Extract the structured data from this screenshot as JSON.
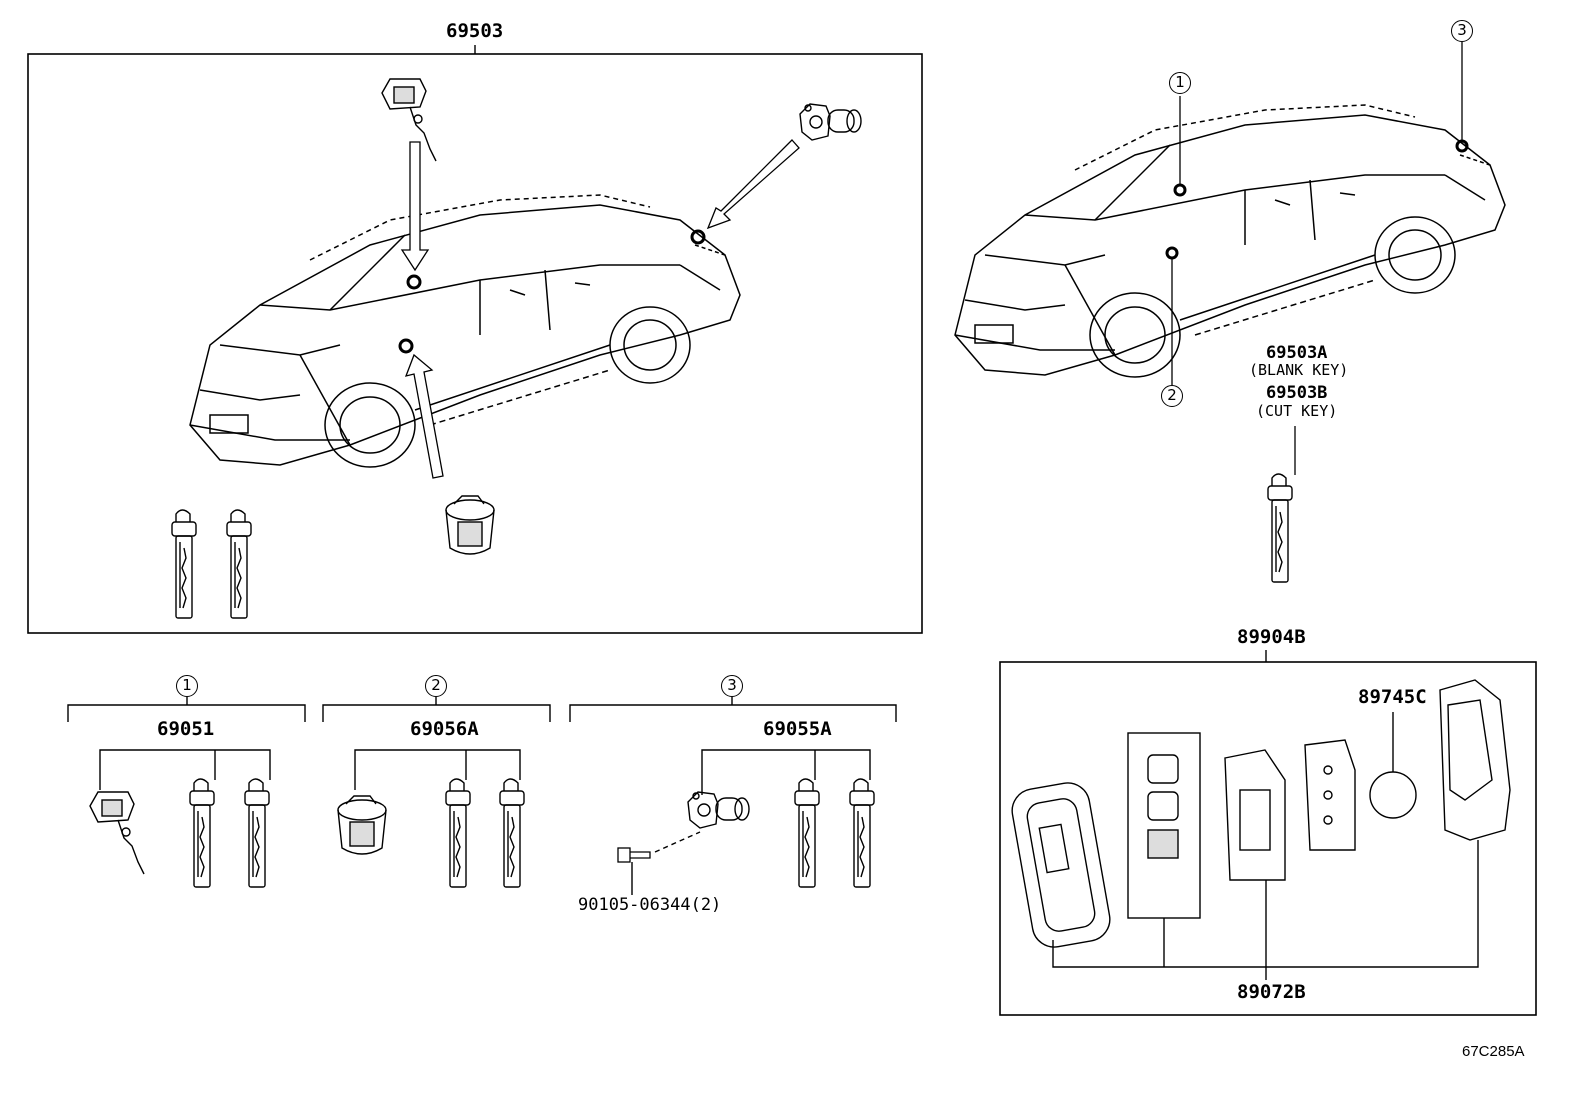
{
  "main_part": {
    "number": "69503"
  },
  "key_part": {
    "number_a": "69503A",
    "note_a": "(BLANK KEY)",
    "number_b": "69503B",
    "note_b": "(CUT KEY)"
  },
  "callouts": [
    "1",
    "2",
    "3"
  ],
  "groups": [
    {
      "callout": "1",
      "part": "69051"
    },
    {
      "callout": "2",
      "part": "69056A"
    },
    {
      "callout": "3",
      "part": "69055A",
      "screw": "90105-06344(2)"
    }
  ],
  "remote": {
    "assembly": "89904B",
    "battery": "89745C",
    "housing": "89072B"
  },
  "diagram_ref": "67C285A"
}
